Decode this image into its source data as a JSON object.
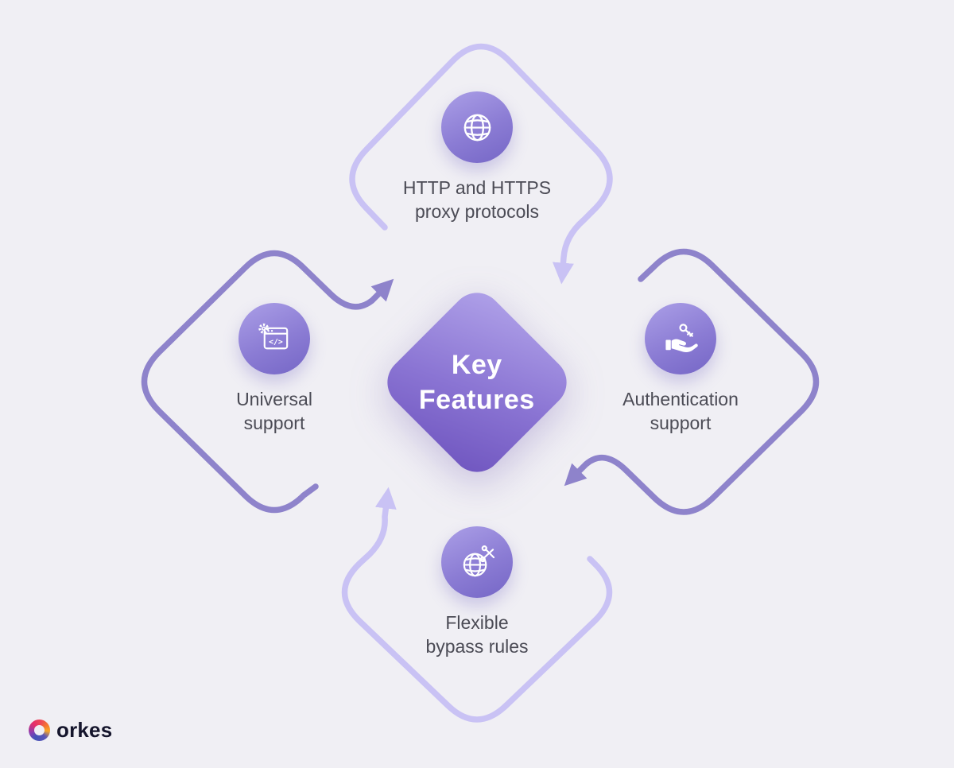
{
  "title": "Key Features",
  "colors": {
    "background": "#f0eff4",
    "loop_light": "#c9c2f4",
    "loop_dark": "#8e83cb",
    "diamond_gradient_top": "#b0a2e9",
    "diamond_gradient_bottom": "#6f55bf",
    "icon_circle_gradient_top": "#ab9fe7",
    "icon_circle_gradient_bottom": "#7566c6",
    "label_text": "#4b4b55",
    "logo_text": "#15152c"
  },
  "center": {
    "line1": "Key",
    "line2": "Features"
  },
  "nodes": [
    {
      "position": "top",
      "icon": "globe-icon",
      "line1": "HTTP and HTTPS",
      "line2": "proxy protocols"
    },
    {
      "position": "right",
      "icon": "hand-key-icon",
      "line1": "Authentication",
      "line2": "support"
    },
    {
      "position": "bottom",
      "icon": "globe-scissors-icon",
      "line1": "Flexible",
      "line2": "bypass rules"
    },
    {
      "position": "left",
      "icon": "code-window-gear-icon",
      "line1": "Universal",
      "line2": "support"
    }
  ],
  "logo": {
    "text": "orkes"
  }
}
